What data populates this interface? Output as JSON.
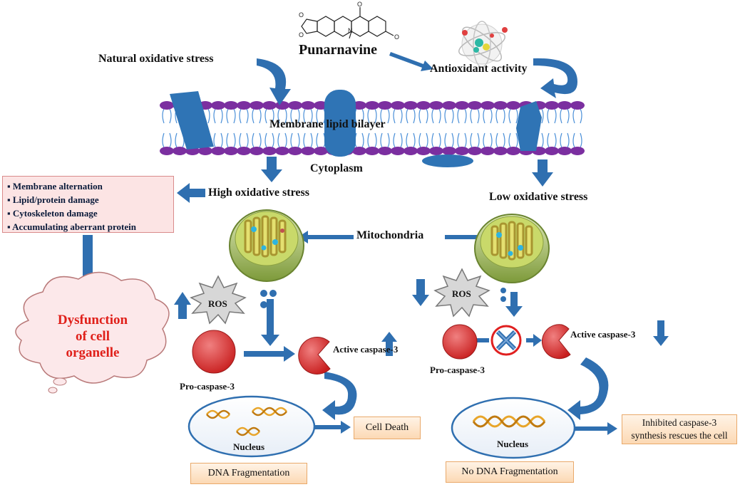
{
  "labels": {
    "punarnavine": "Punarnavine",
    "natural_stress": "Natural oxidative stress",
    "antioxidant": "Antioxidant activity",
    "membrane": "Membrane lipid bilayer",
    "cytoplasm": "Cytoplasm",
    "high_stress": "High oxidative stress",
    "low_stress": "Low oxidative stress",
    "mitochondria": "Mitochondria",
    "ros": "ROS",
    "active_caspase": "Active caspase-3",
    "pro_caspase": "Pro-caspase-3",
    "nucleus": "Nucleus",
    "cell_death": "Cell Death",
    "dna_frag": "DNA Fragmentation",
    "no_dna_frag": "No DNA Fragmentation",
    "inhibited_1": "Inhibited caspase-3",
    "inhibited_2": "synthesis rescues the cell",
    "dysfunction_1": "Dysfunction",
    "dysfunction_2": "of cell",
    "dysfunction_3": "organelle"
  },
  "damage_list": [
    "Membrane alternation",
    "Lipid/protein damage",
    "Cytoskeleton damage",
    "Accumulating aberrant protein"
  ],
  "colors": {
    "arrow": "#2f6fb0",
    "protein": "#2f74b5",
    "lipid_head": "#7b2fa0",
    "caspase": "#d23030",
    "dysfunction_text": "#e0201a",
    "cross": "#e02020"
  }
}
